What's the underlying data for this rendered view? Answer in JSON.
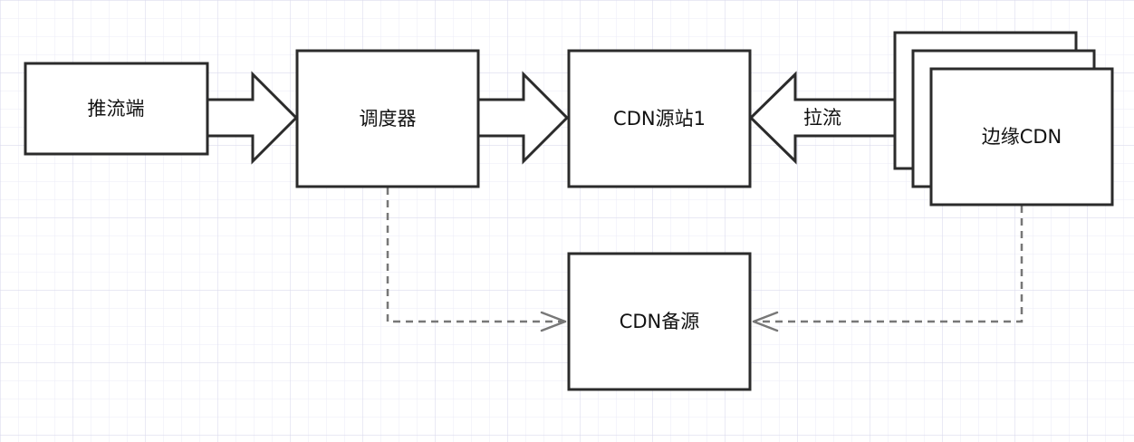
{
  "nodes": {
    "pusher": "推流端",
    "scheduler": "调度器",
    "origin": "CDN源站1",
    "edge": "边缘CDN",
    "backup": "CDN备源"
  },
  "edges": {
    "pull_label": "拉流"
  },
  "colors": {
    "grid_minor": "#ebebf7",
    "grid_major": "#dcdcee",
    "stroke": "#2b2b2b",
    "dashed": "#777777",
    "fill": "#ffffff"
  }
}
